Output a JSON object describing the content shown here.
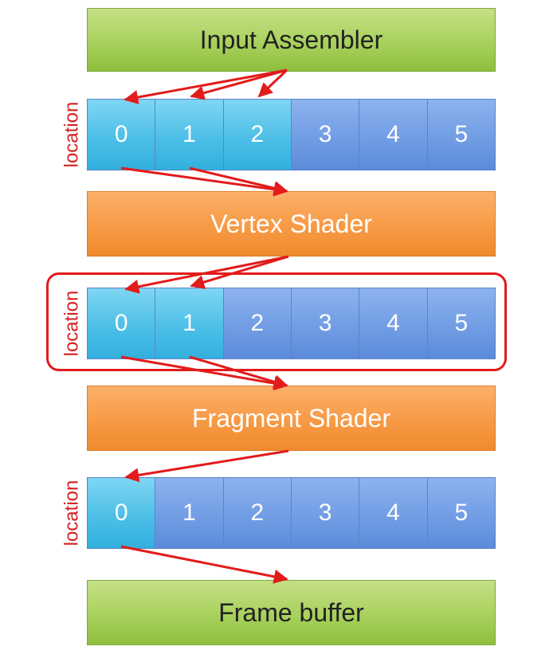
{
  "stages": {
    "input_assembler": "Input Assembler",
    "vertex_shader": "Vertex Shader",
    "fragment_shader": "Fragment Shader",
    "frame_buffer": "Frame buffer"
  },
  "location_label": "location",
  "slot_rows": [
    {
      "slots": [
        "0",
        "1",
        "2",
        "3",
        "4",
        "5"
      ],
      "active_count": 3
    },
    {
      "slots": [
        "0",
        "1",
        "2",
        "3",
        "4",
        "5"
      ],
      "active_count": 2
    },
    {
      "slots": [
        "0",
        "1",
        "2",
        "3",
        "4",
        "5"
      ],
      "active_count": 1
    }
  ],
  "colors": {
    "stage_green": "#a8d15d",
    "stage_orange": "#f79a45",
    "slot_active": "#49bde6",
    "slot_inactive": "#6f9be3",
    "arrow": "#e21b1b",
    "label": "#d42020"
  }
}
